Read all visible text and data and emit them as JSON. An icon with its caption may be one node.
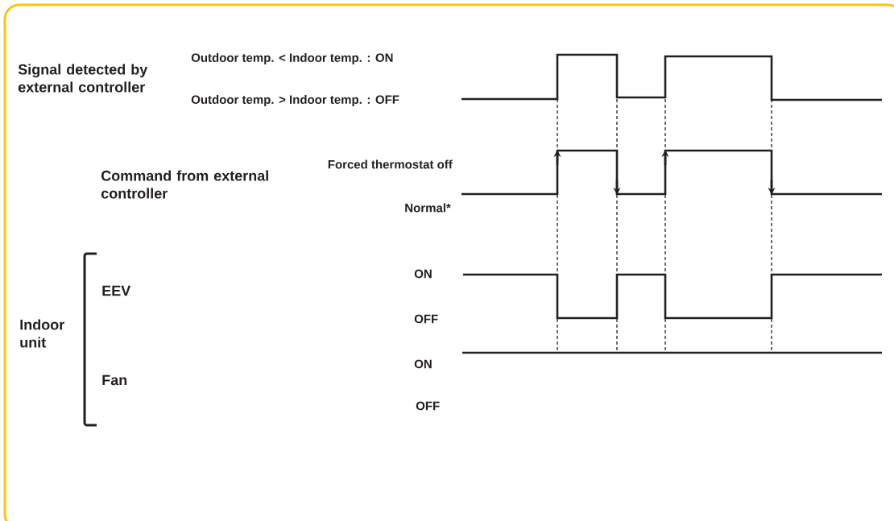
{
  "diagram": {
    "labels": [
      "Signal detected by external controller",
      "Outdoor temp. < Indoor temp. : ON",
      "Outdoor temp. > Indoor temp. : OFF",
      "Forced thermostat off",
      "Command from external controller",
      "Normal*",
      "ON",
      "EEV",
      "OFF",
      "Indoor unit",
      "ON",
      "Fan",
      "OFF"
    ]
  }
}
